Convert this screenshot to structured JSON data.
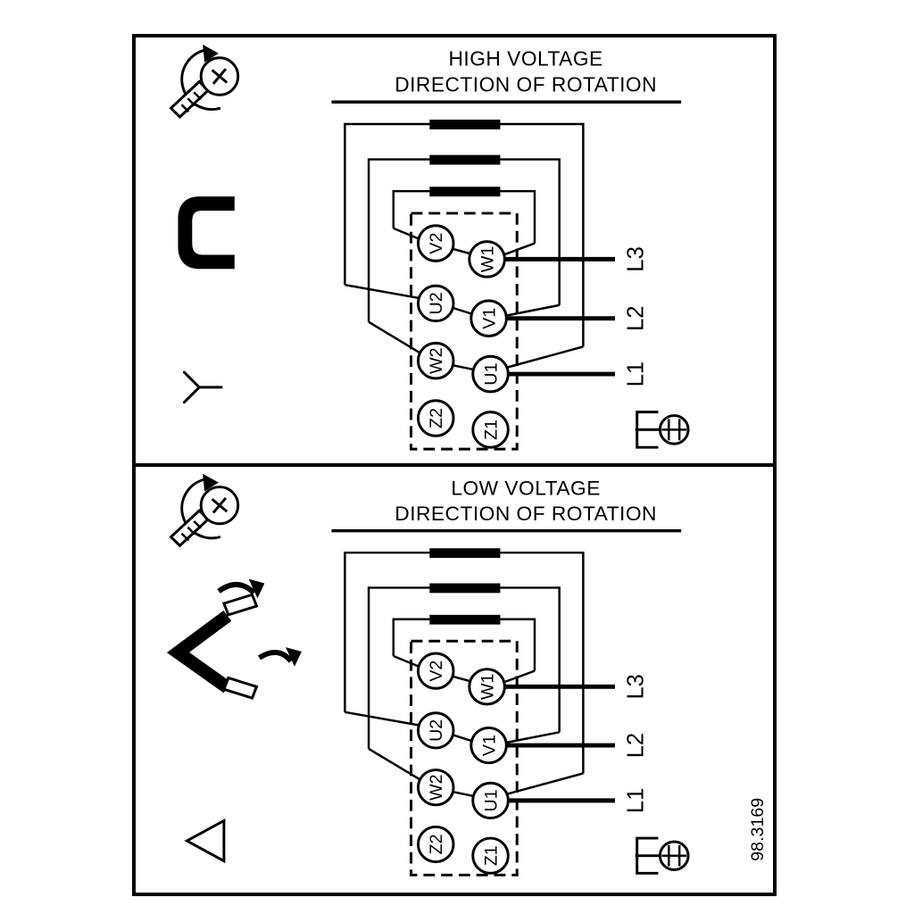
{
  "figure_number": "98.3169",
  "colors": {
    "ink": "#000000",
    "background": "#ffffff"
  },
  "icons": [
    "screw-rotation-icon",
    "link-bracket-icon",
    "star-symbol-icon",
    "cable-clamp-icon",
    "open-link-icon",
    "delta-symbol-icon"
  ],
  "high_panel": {
    "title_line1": "HIGH VOLTAGE",
    "title_line2": "DIRECTION OF ROTATION",
    "terminals": {
      "v2": "V2",
      "u2": "U2",
      "w2": "W2",
      "z2": "Z2",
      "w1": "W1",
      "v1": "V1",
      "u1": "U1",
      "z1": "Z1"
    },
    "supply_lines": {
      "l1": "L1",
      "l2": "L2",
      "l3": "L3"
    }
  },
  "low_panel": {
    "title_line1": "LOW VOLTAGE",
    "title_line2": "DIRECTION OF ROTATION",
    "terminals": {
      "v2": "V2",
      "u2": "U2",
      "w2": "W2",
      "z2": "Z2",
      "w1": "W1",
      "v1": "V1",
      "u1": "U1",
      "z1": "Z1"
    },
    "supply_lines": {
      "l1": "L1",
      "l2": "L2",
      "l3": "L3"
    }
  }
}
